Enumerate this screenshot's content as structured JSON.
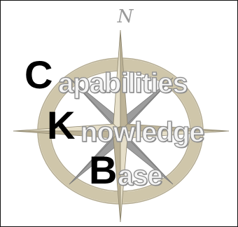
{
  "logo": {
    "north_letter": "N",
    "line1": {
      "initial": "C",
      "rest": "apabilities"
    },
    "line2": {
      "initial": "K",
      "rest": "nowledge"
    },
    "line3": {
      "initial": "B",
      "rest": "ase"
    }
  },
  "colors": {
    "frame_border": "#111111",
    "compass_tan": "#d2c8aa",
    "compass_tan_dark": "#a9a087",
    "compass_gray": "#8f8f8f",
    "initial_letter": "#000000",
    "outlined_text": "#f4f4f4"
  }
}
